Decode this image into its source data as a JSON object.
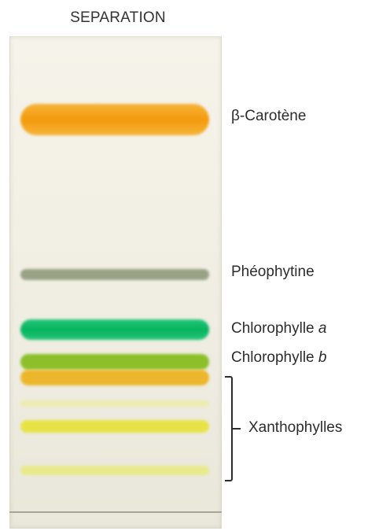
{
  "title": "SEPARATION",
  "labels": {
    "carotene": "β-Carotène",
    "pheophytine": "Phéophytine",
    "chla_prefix": "Chlorophylle ",
    "chla_suffix": "a",
    "chlb_prefix": "Chlorophylle ",
    "chlb_suffix": "b",
    "xanthophylles": "Xanthophylles"
  },
  "colors": {
    "carotene": "#f39a0c",
    "pheophytine": "#8a9575",
    "chlorophylle_a": "#06b45d",
    "chlorophylle_b": "#8cbf2a",
    "xanthophylles": "#e7e346"
  }
}
